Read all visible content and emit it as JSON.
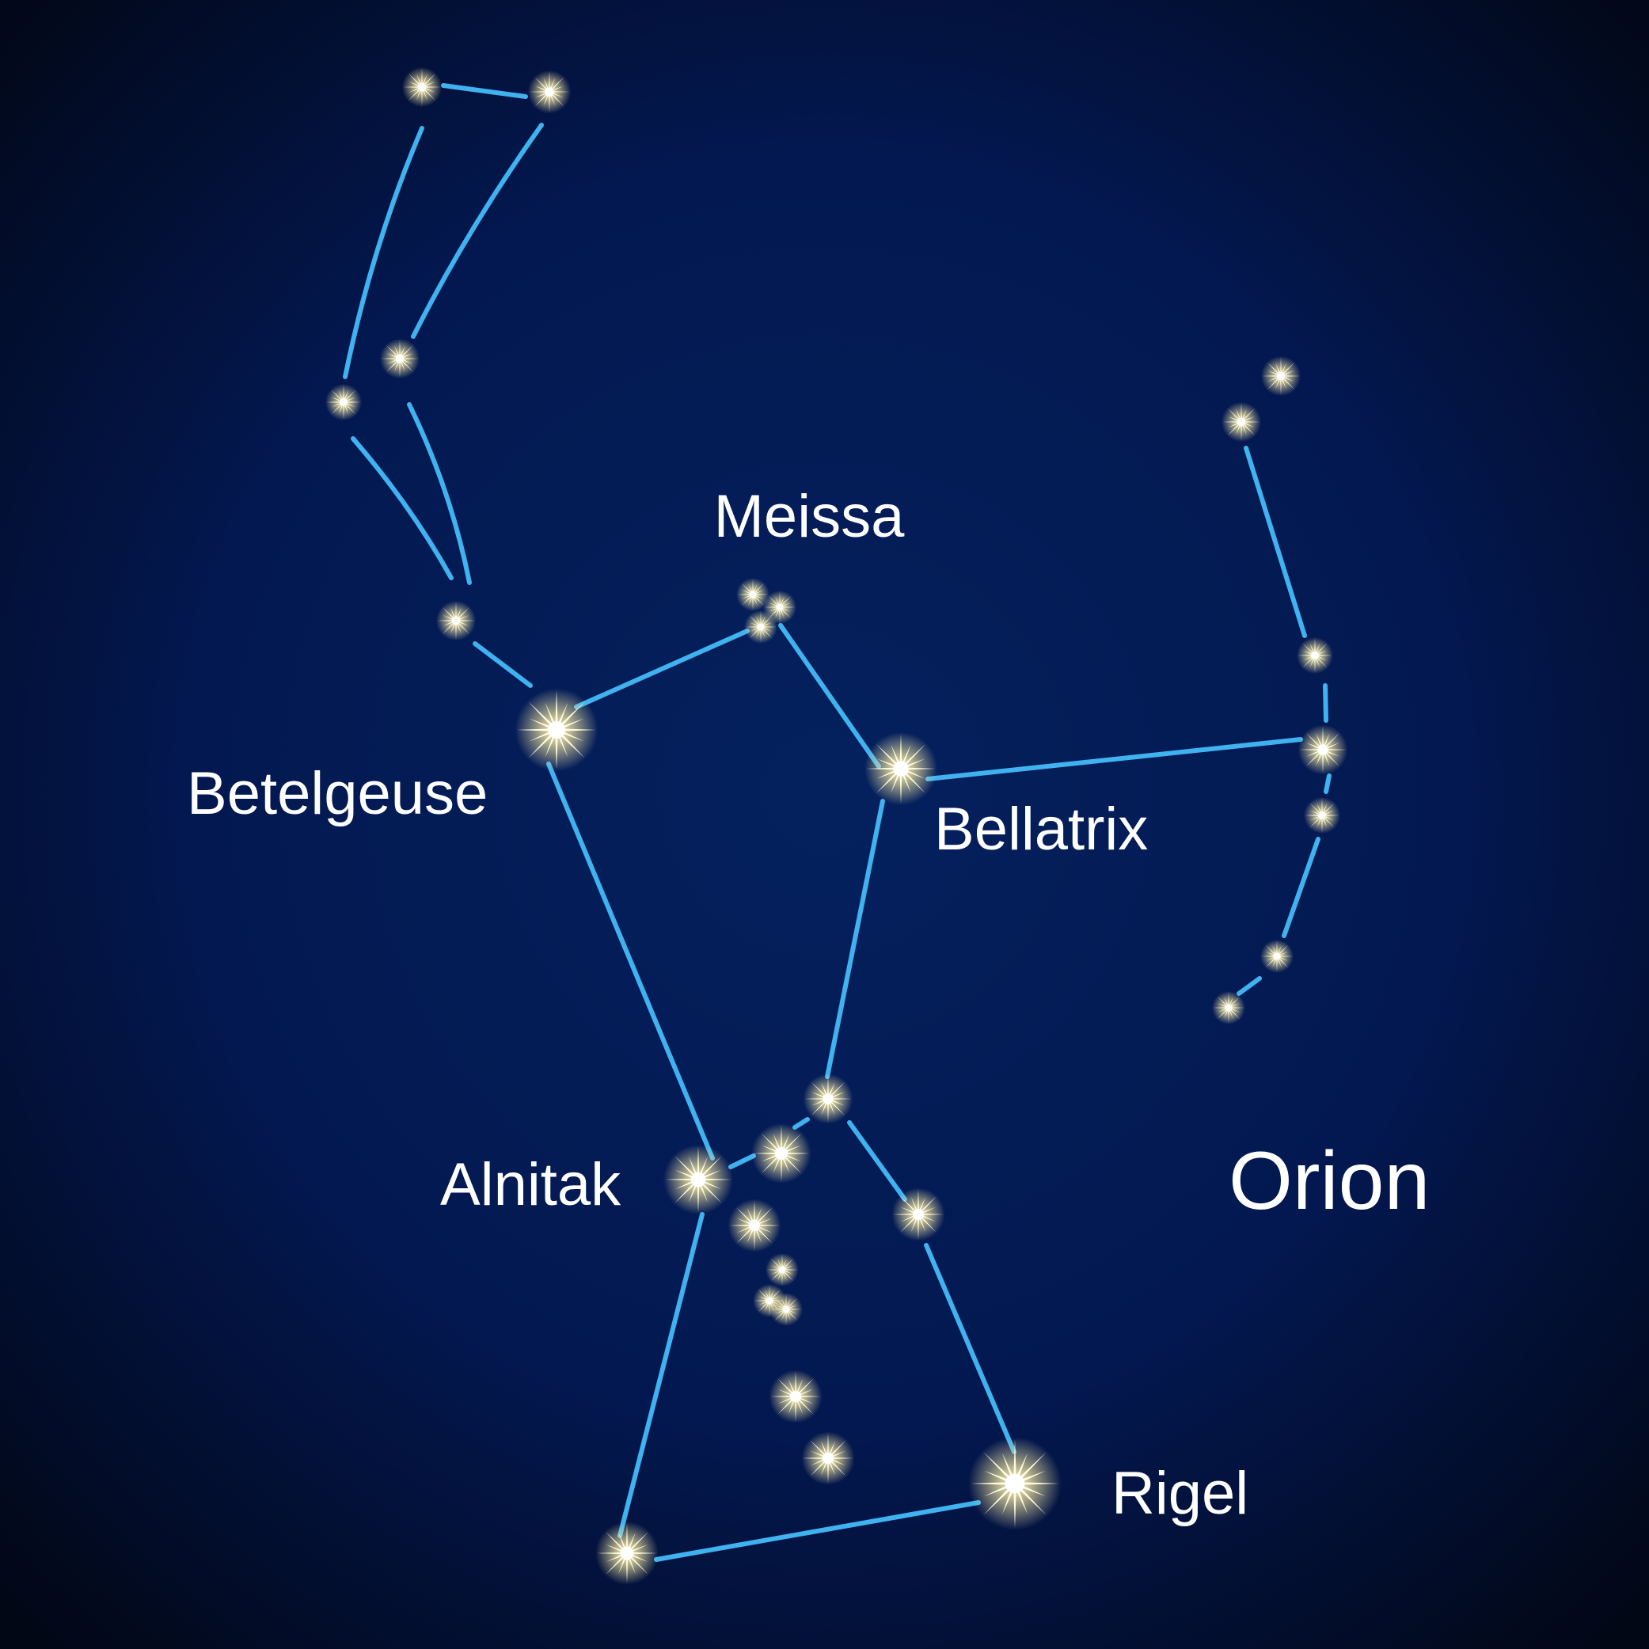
{
  "diagram": {
    "constellation_name": "Orion",
    "star_labels": {
      "meissa": "Meissa",
      "betelgeuse": "Betelgeuse",
      "bellatrix": "Bellatrix",
      "alnitak": "Alnitak",
      "rigel": "Rigel"
    }
  },
  "colors": {
    "background_center": "#04215e",
    "background_edge": "#020716",
    "line": "#3fb2ef",
    "star": "#fffbe0",
    "star_glow": "#f3e6a2",
    "label": "#ffffff"
  }
}
